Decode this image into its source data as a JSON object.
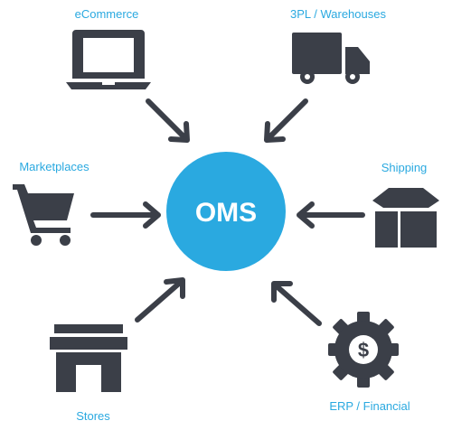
{
  "hub": {
    "label": "OMS",
    "color": "#2aa9e0"
  },
  "nodes": {
    "ecommerce": {
      "label": "eCommerce",
      "icon": "laptop-icon"
    },
    "warehouses": {
      "label": "3PL / Warehouses",
      "icon": "truck-icon"
    },
    "marketplaces": {
      "label": "Marketplaces",
      "icon": "shopping-cart-icon"
    },
    "shipping": {
      "label": "Shipping",
      "icon": "box-icon"
    },
    "stores": {
      "label": "Stores",
      "icon": "storefront-icon"
    },
    "erp": {
      "label": "ERP / Financial",
      "icon": "dollar-gear-icon"
    }
  },
  "colors": {
    "label": "#2aa9e0",
    "icon": "#3b3f48",
    "hub": "#2aa9e0"
  }
}
